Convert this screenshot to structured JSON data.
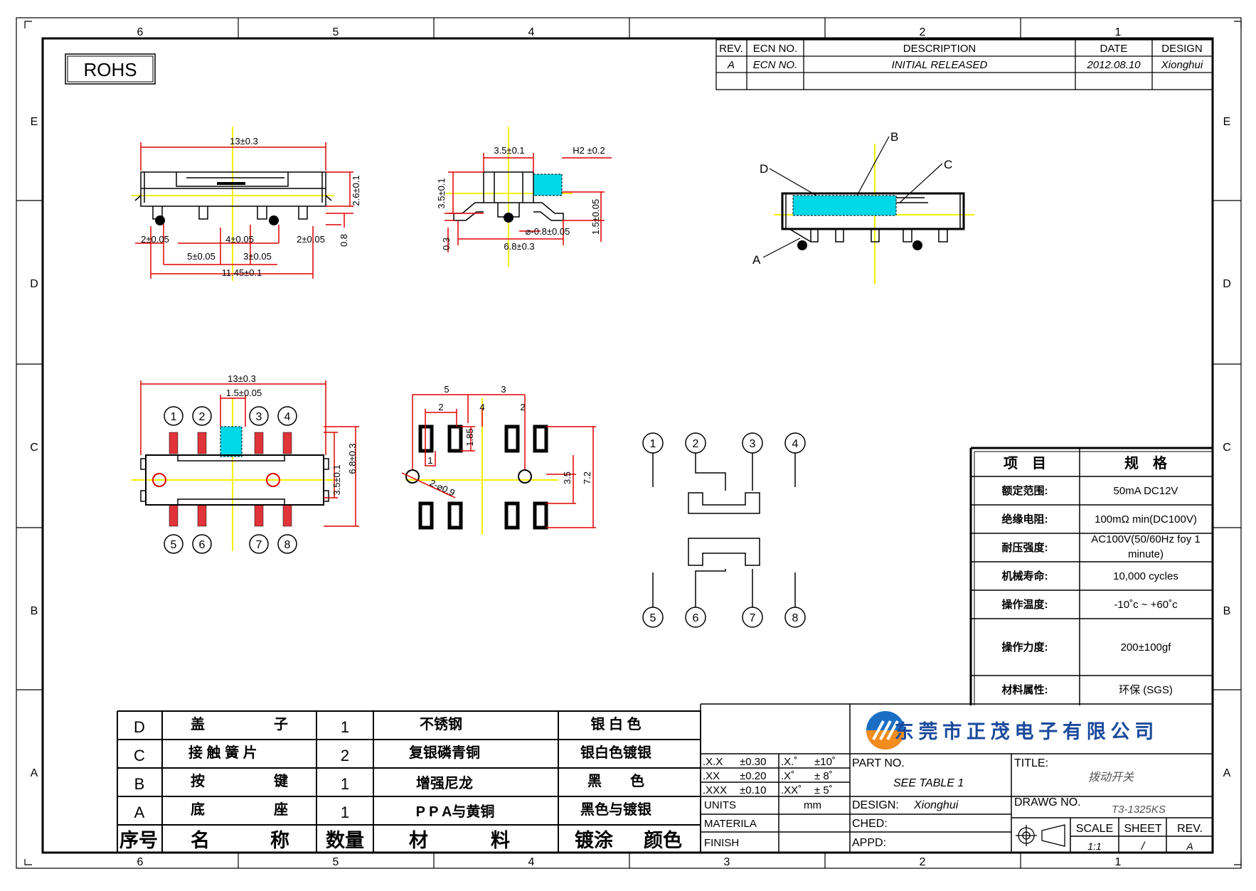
{
  "border": {
    "top_zones": [
      "6",
      "5",
      "4",
      "2",
      "1"
    ],
    "bottom_zones": [
      "6",
      "5",
      "4",
      "3",
      "2",
      "1"
    ],
    "side_zones": [
      "E",
      "D",
      "C",
      "B",
      "A"
    ]
  },
  "rohs": "ROHS",
  "revision": {
    "headers": {
      "rev": "REV.",
      "ecn": "ECN NO.",
      "desc": "DESCRIPTION",
      "date": "DATE",
      "design": "DESIGN"
    },
    "row": {
      "rev": "A",
      "ecn": "ECN NO.",
      "desc": "INITIAL RELEASED",
      "date": "2012.08.10",
      "design": "Xionghui"
    }
  },
  "dims": {
    "top_width": "13±0.3",
    "height_2_6": "2.6±0.1",
    "pin_2": "2±0.05",
    "pin_4": "4±0.05",
    "pin_2b": "2±0.05",
    "lead_0_8": "0.8",
    "pitch_5": "5±0.05",
    "pitch_3": "3±0.05",
    "span_11_45": "11.45±0.1",
    "side_3_5": "3.5±0.1",
    "side_h2": "H2 ±0.2",
    "side_3_5v": "3.5±0.1",
    "side_0_3": "0.3",
    "side_dia": "⌀-0.8±0.05",
    "side_6_8": "6.8±0.3",
    "side_1_5": "1.5±0.05",
    "pl_13": "13±0.3",
    "pl_1_5": "1.5±0.05",
    "pl_3_5": "3.5±0.1",
    "pl_6_8": "6.8±0.3",
    "fp_5": "5",
    "fp_3": "3",
    "fp_2a": "2",
    "fp_4": "4",
    "fp_2b": "2",
    "fp_1_85": "1.85",
    "fp_1": "1",
    "fp_dia": "2-⌀0.9",
    "fp_3_5": "3.5",
    "fp_7_2": "7.2"
  },
  "callouts": {
    "a": "A",
    "b": "B",
    "c": "C",
    "d": "D"
  },
  "pins": {
    "p1": "1",
    "p2": "2",
    "p3": "3",
    "p4": "4",
    "p5": "5",
    "p6": "6",
    "p7": "7",
    "p8": "8"
  },
  "spec_table": {
    "header": {
      "item": "项　目",
      "spec": "规　格"
    },
    "rows": [
      {
        "label": "额定范围:",
        "value": "50mA DC12V"
      },
      {
        "label": "绝缘电阻:",
        "value": "100mΩ min(DC100V)"
      },
      {
        "label": "耐压强度:",
        "value": "AC100V(50/60Hz foy 1",
        "value2": "minute)"
      },
      {
        "label": "机械寿命:",
        "value": "10,000 cycles"
      },
      {
        "label": "操作温度:",
        "value": "-10˚c ~ +60˚c"
      },
      {
        "label": "操作力度:",
        "value": "200±100gf"
      },
      {
        "label": "材料属性:",
        "value": "环保 (SGS)"
      }
    ]
  },
  "bom": {
    "rows": [
      {
        "idx": "D",
        "name1": "盖",
        "name2": "子",
        "qty": "1",
        "mat": "不锈钢",
        "finish": "银 白 色"
      },
      {
        "idx": "C",
        "name1": "接 触 簧 片",
        "name2": "",
        "qty": "2",
        "mat": "复银磷青铜",
        "finish": "银白色镀银"
      },
      {
        "idx": "B",
        "name1": "按",
        "name2": "键",
        "qty": "1",
        "mat": "增强尼龙",
        "finish": "黑　　色"
      },
      {
        "idx": "A",
        "name1": "底",
        "name2": "座",
        "qty": "1",
        "mat": "P P A与黄铜",
        "finish": "黑色与镀银"
      }
    ],
    "header": {
      "idx": "序号",
      "name1": "名",
      "name2": "称",
      "qty": "数量",
      "mat1": "材",
      "mat2": "料",
      "fin1": "镀涂",
      "fin2": "颜色"
    }
  },
  "tolerances": {
    "r1a": ".X.X",
    "r1b": "±0.30",
    "r1c": ".X.˚",
    "r1d": "±10˚",
    "r2a": ".XX",
    "r2b": "±0.20",
    "r2c": ".X˚",
    "r2d": "± 8˚",
    "r3a": ".XXX",
    "r3b": "±0.10",
    "r3c": ".XX˚",
    "r3d": "± 5˚",
    "units": "UNITS",
    "units_val": "mm",
    "materila": "MATERILA",
    "finish": "FINISH"
  },
  "title_block": {
    "company": "东 莞 市 正 茂 电 子 有 限 公 司",
    "part_no_label": "PART NO.",
    "part_no_value": "SEE TABLE 1",
    "title_label": "TITLE:",
    "title_value": "拨动开关",
    "design_label": "DESIGN:",
    "design_value": "Xionghui",
    "drawg_label": "DRAWG NO.",
    "drawg_value": "T3-1325KS",
    "ched_label": "CHED:",
    "appd_label": "APPD:",
    "scale_label": "SCALE",
    "scale_value": "1:1",
    "sheet_label": "SHEET",
    "sheet_value": "/",
    "rev_label": "REV.",
    "rev_value": "A"
  },
  "colors": {
    "dim": "#e00000",
    "center": "#f5f000",
    "cyan": "#00d8e8",
    "pad": "#e0343a"
  }
}
